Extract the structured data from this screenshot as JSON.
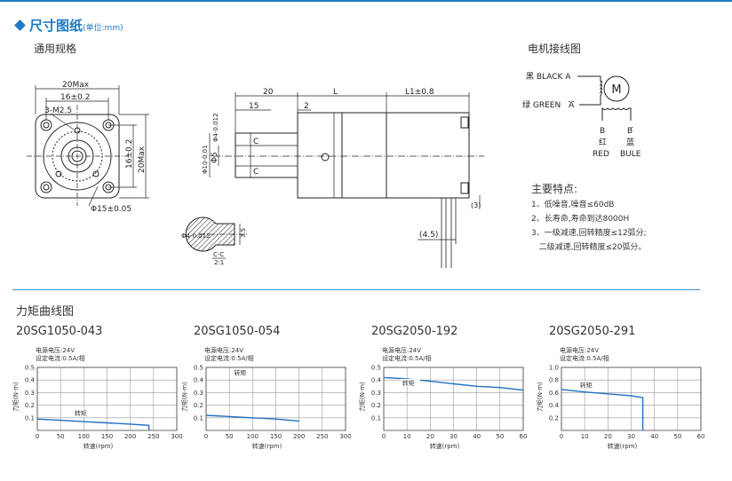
{
  "header": {
    "section_title": "尺寸图纸",
    "unit_note": "(单位:mm)",
    "spec_title": "通用规格",
    "wiring_title": "电机接线图"
  },
  "front_view": {
    "dim_20max": "20Max",
    "dim_16": "16±0.2",
    "dim_thread": "3-M2.5",
    "dim_16v": "16±0.2",
    "dim_20v": "20Max",
    "dim_phi15": "Φ15±0.05"
  },
  "side_view": {
    "dim_20": "20",
    "dim_L": "L",
    "dim_L1": "L1±0.8",
    "dim_15": "15",
    "dim_2": "2",
    "dim_phi4": "Φ4-0.012",
    "dim_phi10": "Φ10-0.01",
    "dim_phi5": "Φ5",
    "dim_C1": "C",
    "dim_C2": "C",
    "dim_3": "(3)",
    "dim_45": "(4.5)"
  },
  "section_view": {
    "dim_phi4": "Φ4-0.012",
    "dim_35": "3.5",
    "label_cc": "C-C",
    "label_scale": "2:1"
  },
  "wiring": {
    "black_a": "黑 BLACK A",
    "green_a": "绿 GREEN",
    "green_abar": "A",
    "motor": "M",
    "b_label": "B",
    "bbar_label": "B",
    "red_cn": "红",
    "blue_cn": "蓝",
    "red_en": "RED",
    "blue_en": "BULE"
  },
  "features": {
    "title": "主要特点:",
    "items": [
      "1、低噪音,噪音≤60dB",
      "2、长寿命,寿命到达8000H",
      "3、一级减速,回转精度≤12弧分;",
      "   二级减速,回转精度≤20弧分。"
    ]
  },
  "torque_section": {
    "title": "力矩曲线图"
  },
  "chart_data": [
    {
      "type": "line",
      "title": "20SG1050-043",
      "info": [
        "电源电压:24V",
        "设定电流:0.5A/相"
      ],
      "xlabel": "转速(rpm)",
      "ylabel": "力矩(N·m)",
      "series_label": "转矩",
      "xlim": [
        0,
        300
      ],
      "ylim": [
        0,
        0.5
      ],
      "xticks": [
        0,
        50,
        100,
        150,
        200,
        250,
        300
      ],
      "yticks": [
        0.1,
        0.2,
        0.3,
        0.4,
        0.5
      ],
      "yticklabels": [
        "0.1",
        "0.2",
        "0.3",
        "0.4",
        "0.5"
      ],
      "grid": true,
      "x": [
        0,
        50,
        100,
        150,
        200,
        240,
        240
      ],
      "y": [
        0.09,
        0.08,
        0.07,
        0.06,
        0.05,
        0.04,
        0.0
      ]
    },
    {
      "type": "line",
      "title": "20SG1050-054",
      "info": [
        "电源电压:24V",
        "设定电流:0.5A/相"
      ],
      "xlabel": "转速(rpm)",
      "ylabel": "力矩(N·m)",
      "series_label": "转矩",
      "xlim": [
        0,
        300
      ],
      "ylim": [
        0,
        0.5
      ],
      "xticks": [
        0,
        50,
        100,
        150,
        200,
        250,
        300
      ],
      "yticks": [
        0.1,
        0.2,
        0.3,
        0.4,
        0.5
      ],
      "yticklabels": [
        "0.1",
        "0.2",
        "0.3",
        "0.4",
        "0.5"
      ],
      "grid": true,
      "x": [
        0,
        50,
        100,
        150,
        200
      ],
      "y": [
        0.12,
        0.11,
        0.1,
        0.09,
        0.075
      ]
    },
    {
      "type": "line",
      "title": "20SG2050-192",
      "info": [
        "电源电压:24V",
        "设定电流:0.5A/相"
      ],
      "xlabel": "转速(rpm)",
      "ylabel": "力矩(N·m)",
      "series_label": "转矩",
      "xlim": [
        0,
        60
      ],
      "ylim": [
        0,
        0.5
      ],
      "xticks": [
        0,
        10,
        20,
        30,
        40,
        50,
        60
      ],
      "yticks": [
        0.1,
        0.2,
        0.3,
        0.4,
        0.5
      ],
      "yticklabels": [
        "0.1",
        "0.2",
        "0.3",
        "0.4",
        "0.5"
      ],
      "grid": true,
      "x": [
        0,
        10,
        20,
        30,
        40,
        50,
        60
      ],
      "y": [
        0.42,
        0.41,
        0.39,
        0.37,
        0.35,
        0.34,
        0.32
      ]
    },
    {
      "type": "line",
      "title": "20SG2050-291",
      "info": [
        "电源电压:24V",
        "设定电流:0.5A/相"
      ],
      "xlabel": "转速(rpm)",
      "ylabel": "力矩(N·m)",
      "series_label": "转矩",
      "xlim": [
        0,
        60
      ],
      "ylim": [
        0,
        1.0
      ],
      "xticks": [
        0,
        10,
        20,
        30,
        40,
        50,
        60
      ],
      "yticks": [
        0.2,
        0.4,
        0.6,
        0.8,
        1.0
      ],
      "yticklabels": [
        "0.2",
        "0.4",
        "0.6",
        "0.8",
        "1.0"
      ],
      "grid": true,
      "x": [
        0,
        10,
        20,
        30,
        35,
        35
      ],
      "y": [
        0.65,
        0.61,
        0.58,
        0.55,
        0.52,
        0.0
      ]
    }
  ],
  "colors": {
    "accent": "#1f7ac3",
    "curve": "#1f6fc0",
    "grid": "#999999"
  }
}
